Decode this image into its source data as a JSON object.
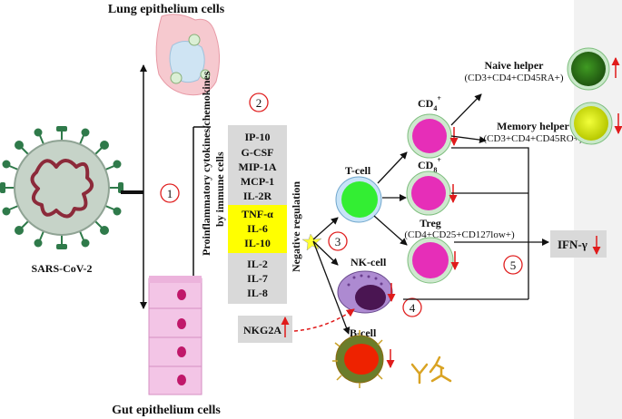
{
  "labels": {
    "lung_title": "Lung epithelium cells",
    "gut_title": "Gut epithelium cells",
    "virus_label": "SARS-CoV-2",
    "vertical_caption_line1": "Proinflammatory  cytokines/chemokines",
    "vertical_caption_line2": "by immune cells",
    "negative_regulation": "Negative regulation",
    "tcell": "T-cell",
    "cd4": "CD",
    "cd4_sub": "4",
    "cd4_sup": "+",
    "cd8": "CD",
    "cd8_sub": "8",
    "cd8_sup": "+",
    "treg": "Treg",
    "treg_markers": "(CD4+CD25+CD127low+)",
    "nkcell": "NK-cell",
    "bcell": "B-cell",
    "naive_helper": "Naive helper",
    "naive_markers": "(CD3+CD4+CD45RA+)",
    "memory_helper": "Memory helper",
    "memory_markers": "(CD3+CD4+CD45RO+)",
    "ifn": "IFN-γ",
    "nkg2a": "NKG2A"
  },
  "steps": [
    "1",
    "2",
    "3",
    "4",
    "5"
  ],
  "cytokines_top": [
    "IP-10",
    "G-CSF",
    "MIP-1A",
    "MCP-1",
    "IL-2R"
  ],
  "cytokines_highlight": [
    "TNF-α",
    "IL-6",
    "IL-10"
  ],
  "cytokines_bottom": [
    "IL-2",
    "IL-7",
    "IL-8"
  ],
  "colors": {
    "cytokine_box": "#d9d9d9",
    "highlight": "#ffff00",
    "tcell": "#33ee33",
    "cd4_cell": "#e62eb8",
    "naive_cell": "#3a8a1e",
    "memory_cell": "#d8ee10",
    "bcell": "#ee2200",
    "arrow_red": "#e01b1b",
    "step_circle": "#e02020",
    "virus_body": "#c6d3c8",
    "virus_spike": "#2f7a4a",
    "rna": "#8c2a3a"
  }
}
